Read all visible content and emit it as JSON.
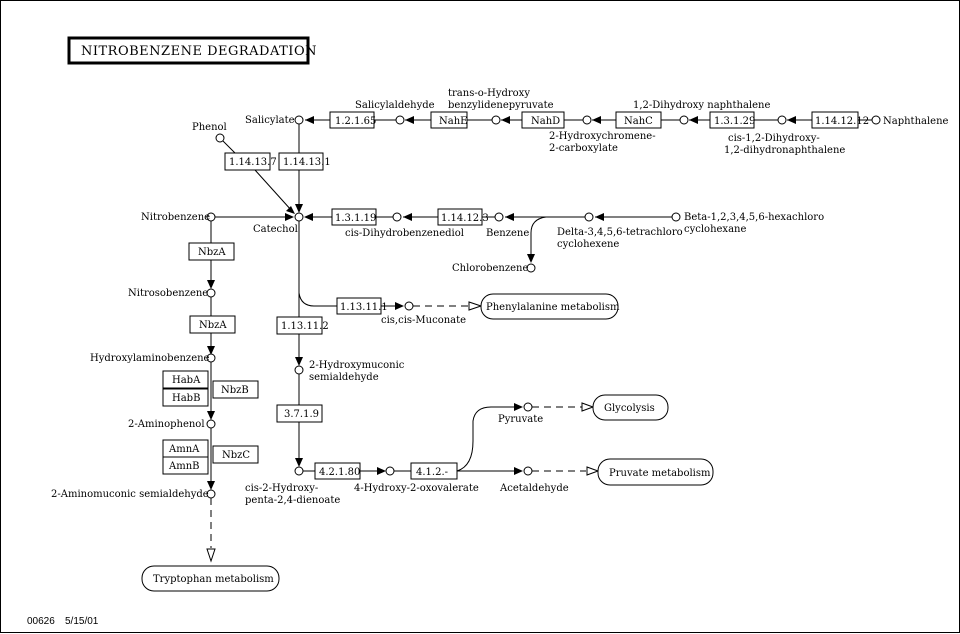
{
  "title": "NITROBENZENE DEGRADATION",
  "footer": {
    "map_id": "00626",
    "date": "5/15/01"
  },
  "compounds": {
    "phenol": "Phenol",
    "salicylate": "Salicylate",
    "salicylaldehyde": "Salicylaldehyde",
    "trans_hydroxy_1": "trans-o-Hydroxy",
    "trans_hydroxy_2": "benzylidenepyruvate",
    "hydroxychromene_1": "2-Hydroxychromene-",
    "hydroxychromene_2": "2-carboxylate",
    "dihydroxynaphthalene": "1,2-Dihydroxy naphthalene",
    "cis_dihydroxy_1": "cis-1,2-Dihydroxy-",
    "cis_dihydroxy_2": "1,2-dihydronaphthalene",
    "naphthalene": "Naphthalene",
    "nitrobenzene": "Nitrobenzene",
    "catechol": "Catechol",
    "cis_dihydrobenzenediol": "cis-Dihydrobenzenediol",
    "benzene": "Benzene",
    "chlorobenzene": "Chlorobenzene",
    "tetrachloro_1": "Delta-3,4,5,6-tetrachloro",
    "tetrachloro_2": "cyclohexene",
    "hexachloro_1": "Beta-1,2,3,4,5,6-hexachloro",
    "hexachloro_2": "cyclohexane",
    "nitrosobenzene": "Nitrosobenzene",
    "hydroxylaminobenzene": "Hydroxylaminobenzene",
    "aminophenol": "2-Aminophenol",
    "aminomuconic": "2-Aminomuconic semialdehyde",
    "muconate": "cis,cis-Muconate",
    "hydroxymuconic_1": "2-Hydroxymuconic",
    "hydroxymuconic_2": "semialdehyde",
    "hydroxypenta_1": "cis-2-Hydroxy-",
    "hydroxypenta_2": "penta-2,4-dienoate",
    "oxovalerate": "4-Hydroxy-2-oxovalerate",
    "pyruvate": "Pyruvate",
    "acetaldehyde": "Acetaldehyde"
  },
  "enzymes": {
    "e_1_2_1_65": "1.2.1.65",
    "nahE": "NahE",
    "nahD": "NahD",
    "nahC": "NahC",
    "e_1_3_1_29": "1.3.1.29",
    "e_1_14_12_12": "1.14.12.12",
    "e_1_14_13_7": "1.14.13.7",
    "e_1_14_13_1": "1.14.13.1",
    "e_1_3_1_19": "1.3.1.19",
    "e_1_14_12_3": "1.14.12.3",
    "nbzA_1": "NbzA",
    "nbzA_2": "NbzA",
    "habA": "HabA",
    "habB": "HabB",
    "nbzB": "NbzB",
    "amnA": "AmnA",
    "amnB": "AmnB",
    "nbzC": "NbzC",
    "e_1_13_11_1": "1.13.11.1",
    "e_1_13_11_2": "1.13.11.2",
    "e_3_7_1_9": "3.7.1.9",
    "e_4_2_1_80": "4.2.1.80",
    "e_4_1_2": "4.1.2.-"
  },
  "maps": {
    "phenylalanine": "Phenylalanine metabolism",
    "glycolysis": "Glycolysis",
    "pyruvate": "Pruvate metabolism",
    "tryptophan": "Tryptophan metabolism"
  }
}
